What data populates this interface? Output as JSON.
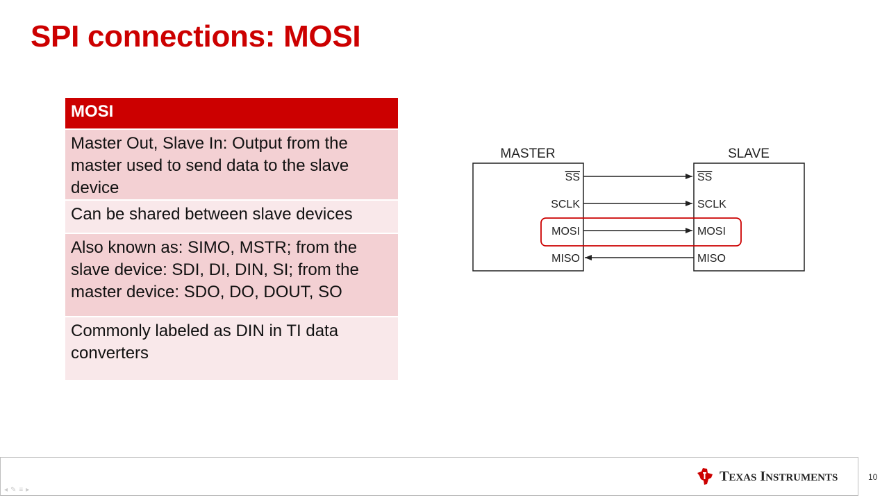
{
  "title": "SPI connections: MOSI",
  "table": {
    "header": "MOSI",
    "rows": [
      "Master Out, Slave In: Output from the master used to send data to the slave device",
      "Can be shared between slave devices",
      "Also known as: SIMO, MSTR; from the slave device: SDI, DI, DIN, SI; from the master device: SDO, DO, DOUT, SO",
      "Commonly labeled as DIN in TI data converters"
    ]
  },
  "diagram": {
    "master_label": "MASTER",
    "slave_label": "SLAVE",
    "signals": [
      {
        "master_pin": "SS",
        "slave_pin": "SS",
        "overline": true,
        "direction": "master-to-slave",
        "highlighted": false
      },
      {
        "master_pin": "SCLK",
        "slave_pin": "SCLK",
        "overline": false,
        "direction": "master-to-slave",
        "highlighted": false
      },
      {
        "master_pin": "MOSI",
        "slave_pin": "MOSI",
        "overline": false,
        "direction": "master-to-slave",
        "highlighted": true
      },
      {
        "master_pin": "MISO",
        "slave_pin": "MISO",
        "overline": false,
        "direction": "slave-to-master",
        "highlighted": false
      }
    ],
    "highlight_color": "#cc0000"
  },
  "footer": {
    "logo_text_1": "T",
    "logo_text_2": "EXAS",
    "logo_text_3": "I",
    "logo_text_4": "NSTRUMENTS",
    "page_number": "10"
  },
  "colors": {
    "title": "#cc0000",
    "header_bg": "#cc0000",
    "row_dark": "#f3d0d3",
    "row_light": "#f9e8ea"
  }
}
